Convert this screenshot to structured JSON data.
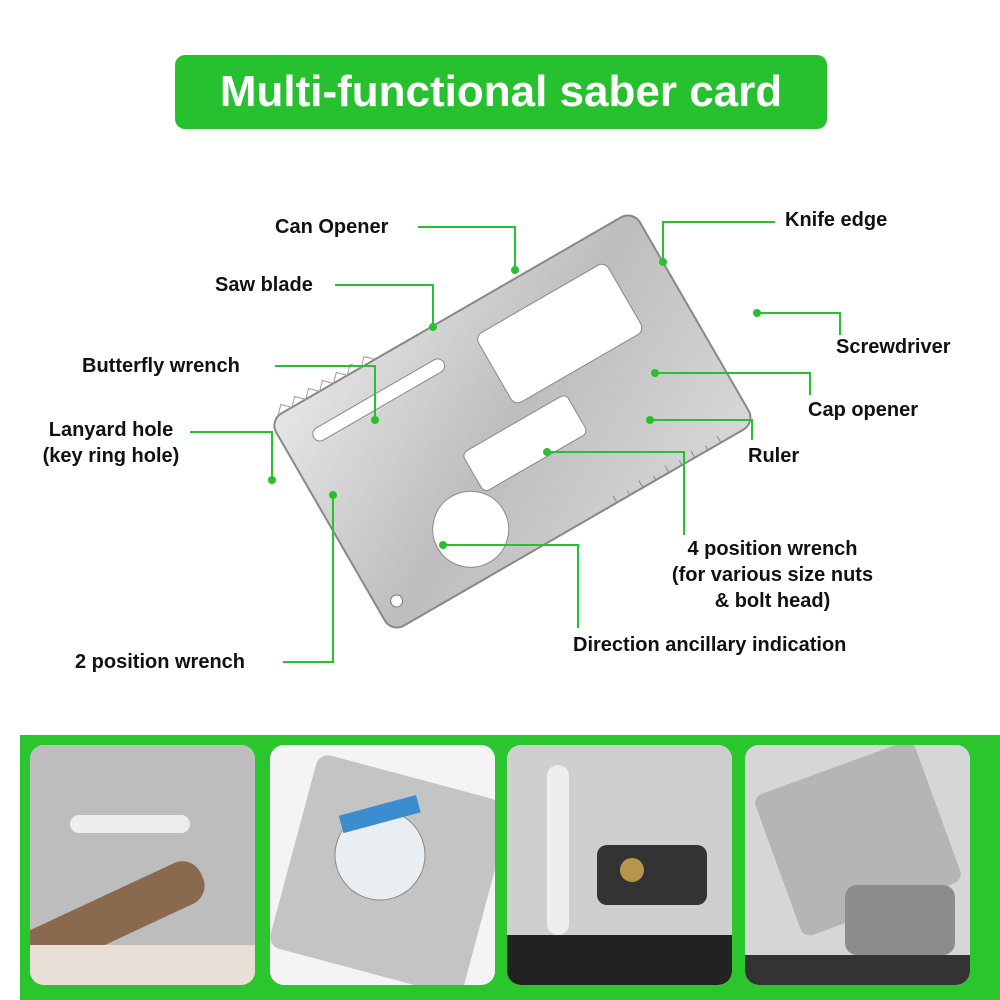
{
  "title": "Multi-functional saber card",
  "labels": {
    "can_opener": "Can Opener",
    "knife_edge": "Knife edge",
    "saw_blade": "Saw blade",
    "screwdriver": "Screwdriver",
    "butterfly_wrench": "Butterfly wrench",
    "cap_opener": "Cap opener",
    "lanyard_hole_1": "Lanyard hole",
    "lanyard_hole_2": "(key ring hole)",
    "ruler": "Ruler",
    "four_pos_1": "4 position wrench",
    "four_pos_2": "(for various size nuts",
    "four_pos_3": "& bolt head)",
    "two_pos": "2 position wrench",
    "direction": "Direction ancillary indication"
  },
  "colors": {
    "accent": "#27c12f",
    "steel": "#c9c9c9"
  }
}
